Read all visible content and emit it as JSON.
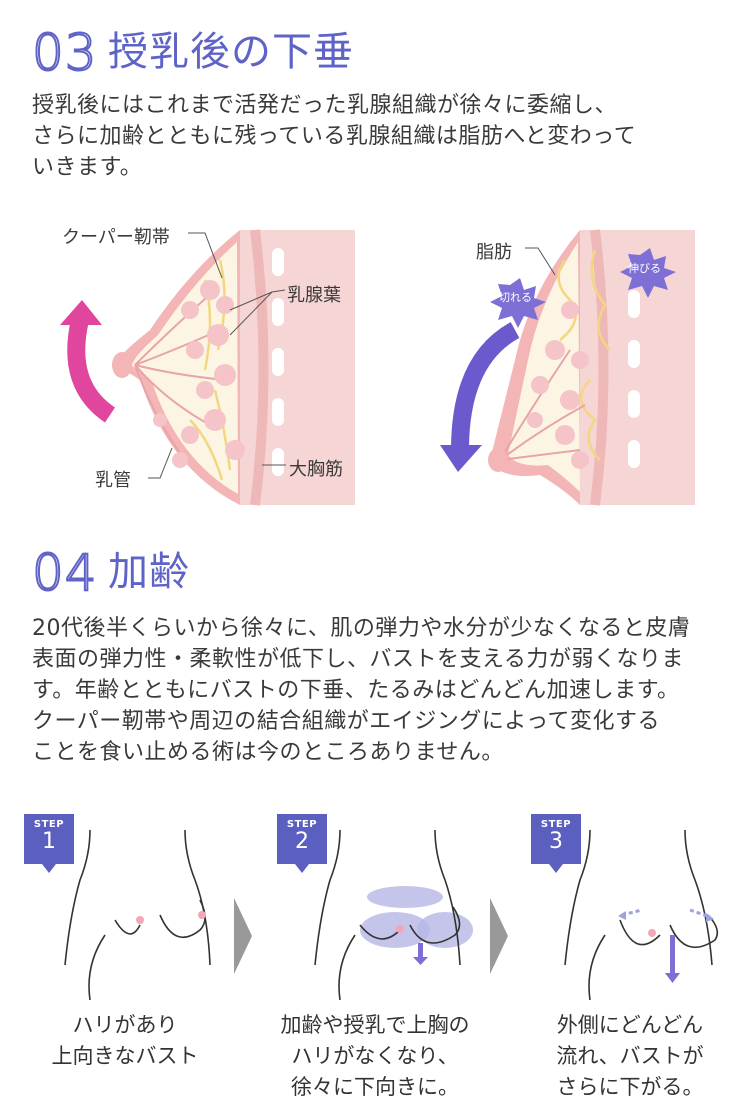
{
  "section3": {
    "number": "03",
    "title": "授乳後の下垂",
    "lines": [
      "授乳後にはこれまで活発だった乳腺組織が徐々に委縮し、",
      "さらに加齢とともに残っている乳腺組織は脂肪へと変わって",
      "いきます。"
    ],
    "labels": {
      "cooper": "クーパー靭帯",
      "gland": "乳腺葉",
      "duct": "乳管",
      "muscle": "大胸筋",
      "fat": "脂肪",
      "tear": "切れる",
      "stretch": "伸びる"
    }
  },
  "section4": {
    "number": "04",
    "title": "加齢",
    "lines": [
      "20代後半くらいから徐々に、肌の弾力や水分が少なくなると皮膚",
      "表面の弾力性・柔軟性が低下し、バストを支える力が弱くなりま",
      "す。年齢とともにバストの下垂、たるみはどんどん加速します。",
      "クーパー靭帯や周辺の結合組織がエイジングによって変化する",
      "ことを食い止める術は今のところありません。"
    ]
  },
  "steps": [
    {
      "small": "STEP",
      "num": "1",
      "caption": [
        "ハリがあり",
        "上向きなバスト"
      ]
    },
    {
      "small": "STEP",
      "num": "2",
      "caption": [
        "加齢や授乳で上胸の",
        "ハリがなくなり、",
        "徐々に下向きに。"
      ]
    },
    {
      "small": "STEP",
      "num": "3",
      "caption": [
        "外側にどんどん",
        "流れ、バストが",
        "さらに下がる。"
      ]
    }
  ],
  "colors": {
    "accent": "#5e63c7",
    "skin": "#f7d6d6",
    "arrow_up": "#e0469e",
    "arrow_down": "#6a5acd"
  }
}
